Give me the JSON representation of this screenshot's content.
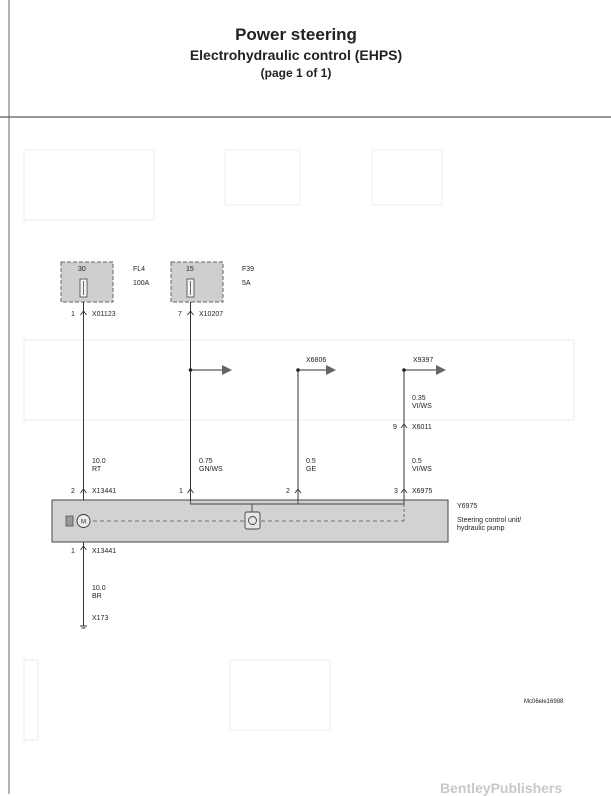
{
  "title": "Power steering",
  "subtitle": "Electrohydraulic control (EHPS)",
  "page_info": "(page 1 of 1)",
  "fuses": [
    {
      "terminal": "30",
      "id": "FL4",
      "rating": "100A",
      "pin": "1",
      "connector": "X01123"
    },
    {
      "terminal": "15",
      "id": "F39",
      "rating": "5A",
      "pin": "7",
      "connector": "X10207"
    }
  ],
  "connectors": {
    "x6806": "X6806",
    "x9397": "X9397",
    "x6011_pin": "9",
    "x6011": "X6011",
    "x6975_pin": "3",
    "x6975": "X6975",
    "x13441_top_pin": "2",
    "x13441_top": "X13441",
    "x13441_bottom_pin": "1",
    "x13441_bottom": "X13441",
    "ecu_pin_1": "1",
    "ecu_pin_2": "2",
    "ground": "X173"
  },
  "wires": {
    "power_size": "10.0",
    "power_color": "RT",
    "ign_size": "0.75",
    "ign_color": "GN/WS",
    "ge_size": "0.5",
    "ge_color": "GE",
    "upper_vi_size": "0.35",
    "upper_vi_color": "VI/WS",
    "lower_vi_size": "0.5",
    "lower_vi_color": "VI/WS",
    "ground_size": "10.0",
    "ground_color": "BR"
  },
  "component": {
    "id": "Y6975",
    "desc1": "Steering control unit/",
    "desc2": "hydraulic pump",
    "motor_symbol": "M"
  },
  "diagram_code": "Mc06ele16988",
  "watermark": "BentleyPublishers"
}
